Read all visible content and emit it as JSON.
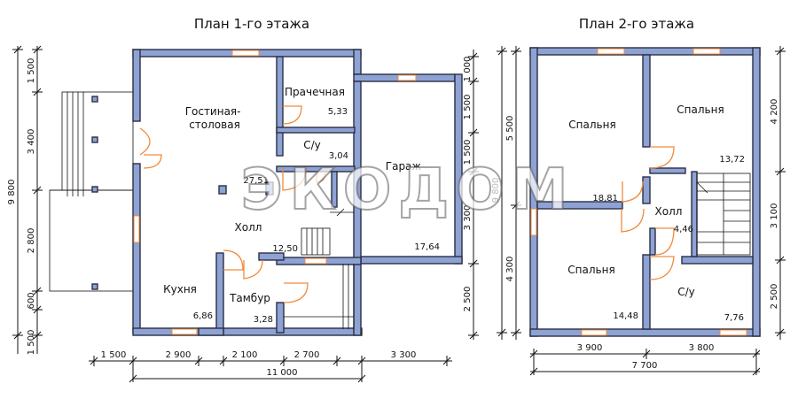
{
  "plans": {
    "floor1": {
      "title": "План 1-го этажа",
      "rooms": {
        "living": {
          "name": "Гостиная-\nстоловая",
          "area": "27,51"
        },
        "laundry": {
          "name": "Прачечная",
          "area": "5,33"
        },
        "wc": {
          "name": "С/у",
          "area": "3,04"
        },
        "garage": {
          "name": "Гараж",
          "area": "17,64"
        },
        "hall": {
          "name": "Холл",
          "area": "12,50"
        },
        "kitchen": {
          "name": "Кухня",
          "area": "6,86"
        },
        "vestibule": {
          "name": "Тамбур",
          "area": "3,28"
        }
      },
      "dims_bottom": [
        "1 500",
        "2 900",
        "2 100",
        "2 700",
        "3 300"
      ],
      "dim_total": "11 000",
      "dims_left": [
        "1 500",
        "3 400",
        "2 800",
        "600",
        "1 500"
      ],
      "dim_left_total": "9 800",
      "dims_right": [
        "1 000",
        "1 500",
        "1 500",
        "3 300",
        "2 500"
      ]
    },
    "floor2": {
      "title": "План 2-го этажа",
      "rooms": {
        "bedroom_nw": {
          "name": "Спальня",
          "area": "18,81"
        },
        "bedroom_ne": {
          "name": "Спальня",
          "area": "13,72"
        },
        "hall": {
          "name": "Холл",
          "area": "4,46"
        },
        "bedroom_sw": {
          "name": "Спальня",
          "area": "14,48"
        },
        "wc": {
          "name": "С/у",
          "area": "7,76"
        }
      },
      "dims_bottom": [
        "3 900",
        "3 800"
      ],
      "dim_total": "7 700",
      "dims_left_outer": "9 800",
      "dims_left_inner": [
        "5 500",
        "4 300"
      ],
      "dims_right": [
        "4 200",
        "3 100",
        "2 500"
      ]
    }
  },
  "watermark": "ЭКОДОМ"
}
